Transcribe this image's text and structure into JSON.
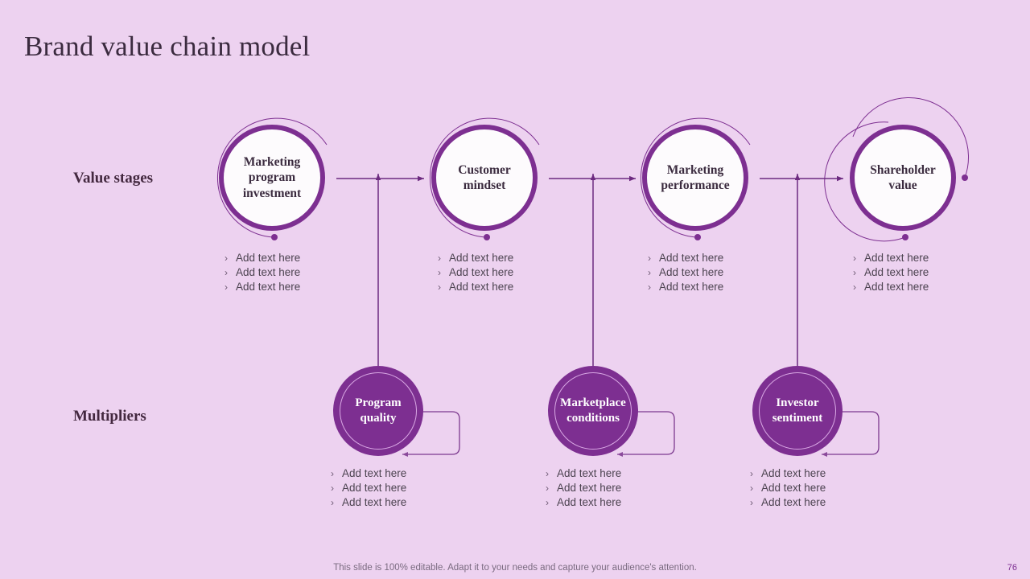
{
  "slide": {
    "title": "Brand value chain model",
    "background_color": "#edd2f0",
    "accent_color": "#7d2f91",
    "footer_note": "This slide is 100% editable. Adapt it to your needs and capture your audience's attention.",
    "page_number": "76"
  },
  "rows": {
    "value_stages_label": "Value stages",
    "multipliers_label": "Multipliers"
  },
  "stages": [
    {
      "id": "marketing-program-investment",
      "title_line_1": "Marketing",
      "title_line_2": "program",
      "title_line_3": "investment",
      "bullets": [
        "Add text here",
        "Add text here",
        "Add text here"
      ]
    },
    {
      "id": "customer-mindset",
      "title_line_1": "Customer",
      "title_line_2": "mindset",
      "title_line_3": "",
      "bullets": [
        "Add text here",
        "Add text here",
        "Add text here"
      ]
    },
    {
      "id": "marketing-performance",
      "title_line_1": "Marketing",
      "title_line_2": "performance",
      "title_line_3": "",
      "bullets": [
        "Add text here",
        "Add text here",
        "Add text here"
      ]
    },
    {
      "id": "shareholder-value",
      "title_line_1": "Shareholder",
      "title_line_2": "value",
      "title_line_3": "",
      "bullets": [
        "Add text here",
        "Add text here",
        "Add text here"
      ]
    }
  ],
  "multipliers": [
    {
      "id": "program-quality",
      "title_line_1": "Program",
      "title_line_2": "quality",
      "bullets": [
        "Add text here",
        "Add text here",
        "Add text here"
      ]
    },
    {
      "id": "marketplace-conditions",
      "title_line_1": "Marketplace",
      "title_line_2": "conditions",
      "bullets": [
        "Add text here",
        "Add text here",
        "Add text here"
      ]
    },
    {
      "id": "investor-sentiment",
      "title_line_1": "Investor",
      "title_line_2": "sentiment",
      "bullets": [
        "Add text here",
        "Add text here",
        "Add text here"
      ]
    }
  ],
  "bullet_marker": "›"
}
